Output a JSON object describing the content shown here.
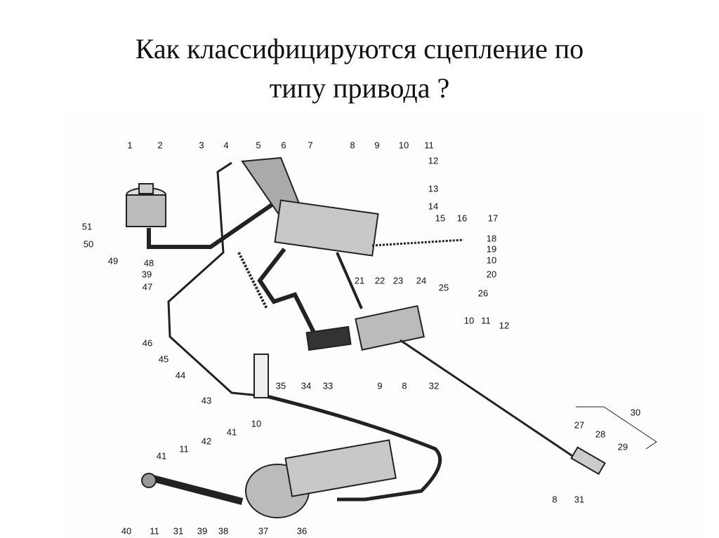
{
  "title_line1": "Как классифицируются сцепление по",
  "title_line2": "типу привода ?",
  "diagram": {
    "labels": [
      "1",
      "2",
      "3",
      "4",
      "5",
      "6",
      "7",
      "8",
      "9",
      "10",
      "11",
      "12",
      "13",
      "14",
      "15",
      "16",
      "17",
      "18",
      "19",
      "10",
      "20",
      "21",
      "22",
      "23",
      "24",
      "25",
      "26",
      "10",
      "11",
      "12",
      "51",
      "50",
      "49",
      "48",
      "39",
      "47",
      "46",
      "45",
      "44",
      "43",
      "35",
      "34",
      "33",
      "9",
      "8",
      "32",
      "30",
      "27",
      "28",
      "29",
      "8",
      "31",
      "10",
      "41",
      "42",
      "11",
      "41",
      "40",
      "11",
      "31",
      "39",
      "38",
      "37",
      "36"
    ]
  }
}
